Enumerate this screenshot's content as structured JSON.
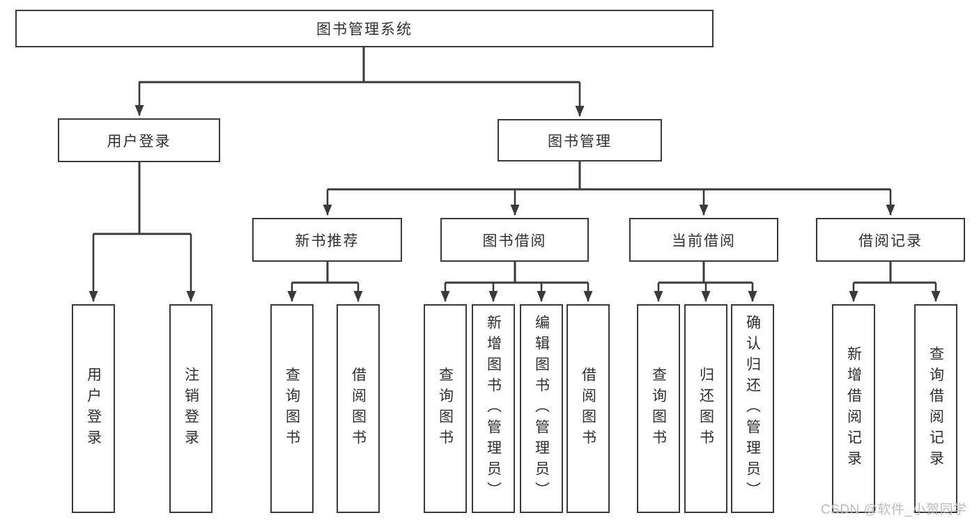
{
  "diagram": {
    "title": "图书管理系统",
    "tree": {
      "label": "图书管理系统",
      "children": [
        {
          "label": "用户登录",
          "children": [
            {
              "label": "用户登录"
            },
            {
              "label": "注销登录"
            }
          ]
        },
        {
          "label": "图书管理",
          "children": [
            {
              "label": "新书推荐",
              "children": [
                {
                  "label": "查询图书"
                },
                {
                  "label": "借阅图书"
                }
              ]
            },
            {
              "label": "图书借阅",
              "children": [
                {
                  "label": "查询图书"
                },
                {
                  "label": "新增图书（管理员）"
                },
                {
                  "label": "编辑图书（管理员）"
                },
                {
                  "label": "借阅图书"
                }
              ]
            },
            {
              "label": "当前借阅",
              "children": [
                {
                  "label": "查询图书"
                },
                {
                  "label": "归还图书"
                },
                {
                  "label": "确认归还（管理员）"
                }
              ]
            },
            {
              "label": "借阅记录",
              "children": [
                {
                  "label": "新增借阅记录"
                },
                {
                  "label": "查询借阅记录"
                }
              ]
            }
          ]
        }
      ]
    },
    "colors": {
      "line": "#3a3a3a",
      "text": "#2f2f2f",
      "background": "#ffffff",
      "watermark": "#bcbcbc"
    }
  },
  "watermark": {
    "text": "CSDN @软件_小贺同学"
  }
}
